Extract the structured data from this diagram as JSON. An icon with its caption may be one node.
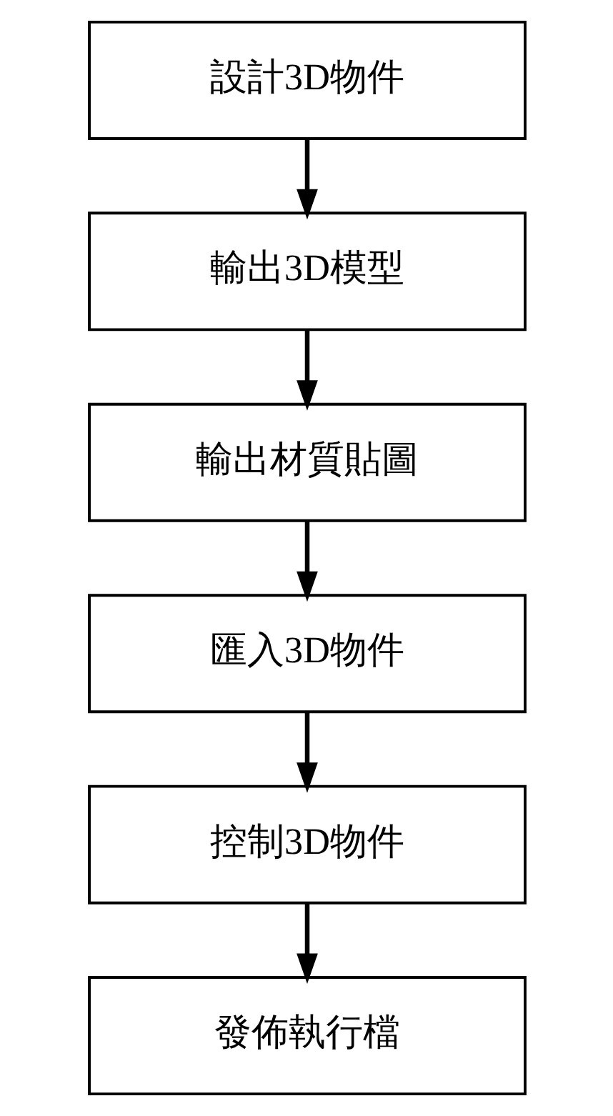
{
  "diagram": {
    "nodes": [
      {
        "text": [
          "設計3D物件"
        ]
      },
      {
        "text": [
          "輸出3D模型"
        ]
      },
      {
        "text": [
          "輸出材質貼圖"
        ]
      },
      {
        "text": [
          "匯入3D物件"
        ]
      },
      {
        "text": [
          "控制3D物件"
        ]
      },
      {
        "text": [
          "發佈執行檔"
        ]
      }
    ],
    "edges": [
      {
        "from": 0,
        "to": 1,
        "arrow": "to"
      },
      {
        "from": 1,
        "to": 2,
        "arrow": "to"
      },
      {
        "from": 2,
        "to": 3,
        "arrow": "to"
      },
      {
        "from": 3,
        "to": 4,
        "arrow": "to"
      },
      {
        "from": 4,
        "to": 5,
        "arrow": "to"
      }
    ]
  }
}
